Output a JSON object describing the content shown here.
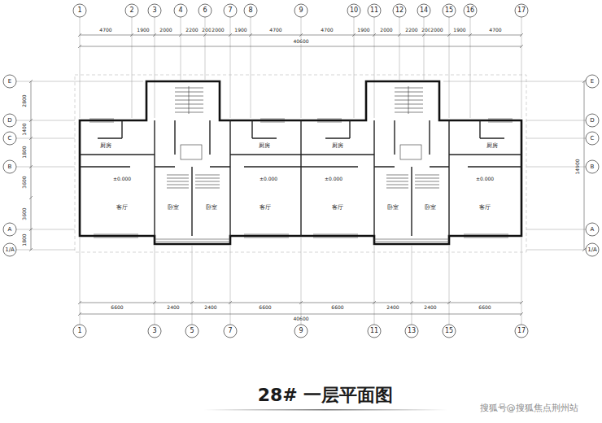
{
  "diagram": {
    "caption": "28# 一层平面图",
    "labels": [
      "1",
      "2",
      "3",
      "4",
      "6",
      "7",
      "8",
      "9",
      "10",
      "11",
      "12",
      "14",
      "15",
      "16",
      "17",
      "4700",
      "1900",
      "2000",
      "2200",
      "200",
      "2000",
      "1900",
      "4700",
      "4700",
      "1900",
      "2000",
      "2200",
      "200",
      "2000",
      "1900",
      "4700",
      "40600",
      "E",
      "D",
      "C",
      "B",
      "A",
      "1/A",
      "E",
      "D",
      "C",
      "B",
      "A",
      "1/A",
      "2800",
      "1400",
      "1800",
      "3600",
      "3600",
      "1800",
      "14900",
      "厨房",
      "厨房",
      "厨房",
      "厨房",
      "±0.000",
      "±0.000",
      "±0.000",
      "±0.000",
      "客厅",
      "卧室",
      "卧室",
      "客厅",
      "客厅",
      "卧室",
      "卧室",
      "客厅",
      "6600",
      "2400",
      "2400",
      "6600",
      "6600",
      "2400",
      "2400",
      "6600",
      "40600",
      "1",
      "3",
      "5",
      "7",
      "9",
      "11",
      "13",
      "15",
      "17",
      "搜狐号@搜狐焦点荆州站"
    ]
  }
}
